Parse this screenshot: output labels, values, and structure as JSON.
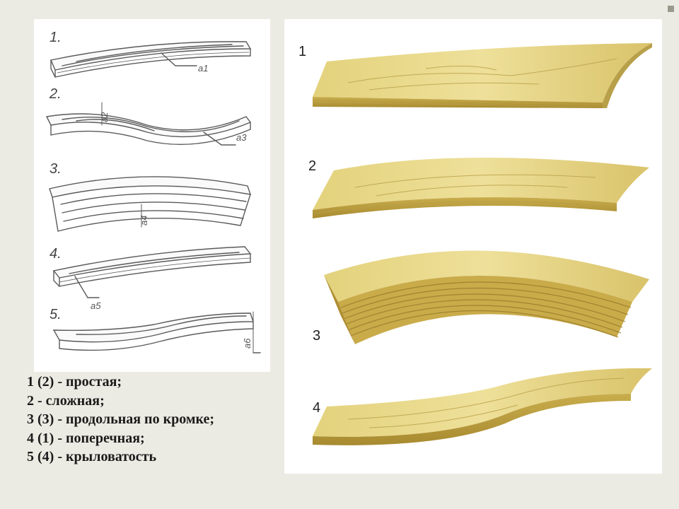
{
  "legend": {
    "items": [
      "1 (2) - простая;",
      "2 - сложная;",
      "3 (3) - продольная по кромке;",
      "4 (1) - поперечная;",
      "5 (4) - крыловатость"
    ]
  },
  "left_figure": {
    "numbers": [
      "1.",
      "2.",
      "3.",
      "4.",
      "5."
    ],
    "dimension_labels": [
      "a1",
      "a2",
      "a3",
      "a4",
      "a5",
      "a6"
    ]
  },
  "right_figure": {
    "numbers": [
      "1",
      "2",
      "3",
      "4"
    ]
  },
  "colors": {
    "background": "#ecebe3",
    "wood_light": "#e6d98a",
    "wood_mid": "#d8c46a",
    "wood_dark": "#b59a3c",
    "line_art": "#555555"
  }
}
